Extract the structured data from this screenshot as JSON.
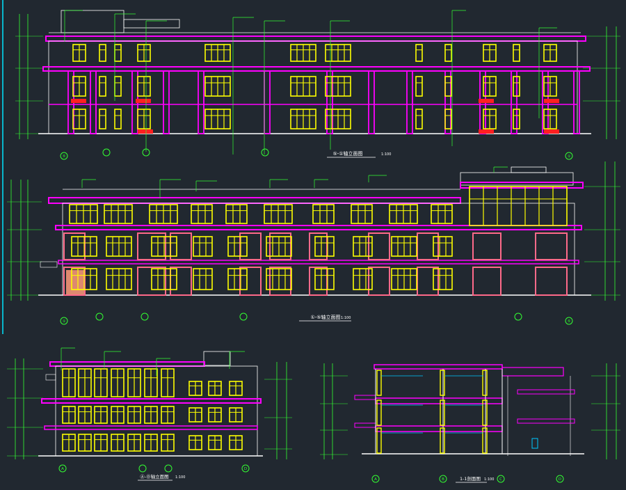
{
  "canvas": {
    "background": "#212830"
  },
  "colors": {
    "magenta": "#ff00ff",
    "yellow": "#ffff00",
    "green": "#33ff33",
    "white": "#ffffff",
    "red": "#ff2020",
    "pink": "#ff6a8a",
    "cyan": "#00c8ff",
    "salmon": "#ff9a7a",
    "blue": "#3a6cff",
    "frame_cyan": "#00e5ff"
  },
  "drawing": {
    "elev1": {
      "title": "⑤-①轴立面图",
      "scale": "1:100",
      "axis_left": "⑤",
      "axis_right": "①"
    },
    "elev2": {
      "title": "①-⑤轴立面图",
      "scale": "1:100",
      "axis_left": "①",
      "axis_right": "⑤"
    },
    "elev3": {
      "title": "Ⓐ-Ⓓ轴立面图",
      "scale": "1:100",
      "axis_left": "A",
      "axis_right": "D"
    },
    "section": {
      "title": "1-1剖面图",
      "scale": "1:100",
      "axes": [
        "A",
        "B",
        "C",
        "D"
      ]
    }
  }
}
